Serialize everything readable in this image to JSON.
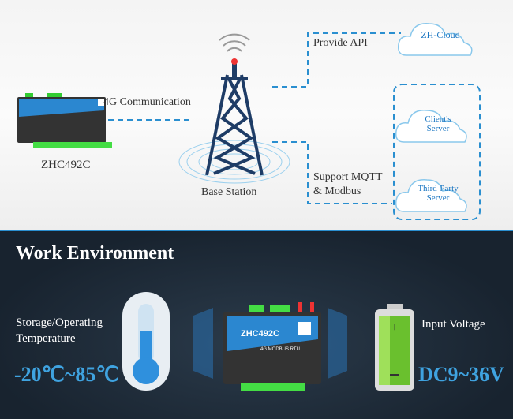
{
  "diagram": {
    "device_label": "ZHC492C",
    "link_label": "4G Communication",
    "tower_label": "Base Station",
    "api_label": "Provide API",
    "mqtt_label_1": "Support MQTT",
    "mqtt_label_2": "& Modbus",
    "cloud_main": "ZH-Cloud",
    "cloud_client_1": "Client's",
    "cloud_client_2": "Server",
    "cloud_third_1": "Third-Party",
    "cloud_third_2": "Server"
  },
  "environment": {
    "title": "Work Environment",
    "temp_label_1": "Storage/Operating",
    "temp_label_2": "Temperature",
    "temp_value": "-20℃~85℃",
    "voltage_label": "Input Voltage",
    "voltage_value": "DC9~36V",
    "device_model": "ZHC492C",
    "device_subtitle": "4G MODBUS RTU"
  },
  "colors": {
    "accent": "#2a8fd0",
    "value_blue": "#3fa3e0",
    "dark_bg": "#1c2a38"
  }
}
